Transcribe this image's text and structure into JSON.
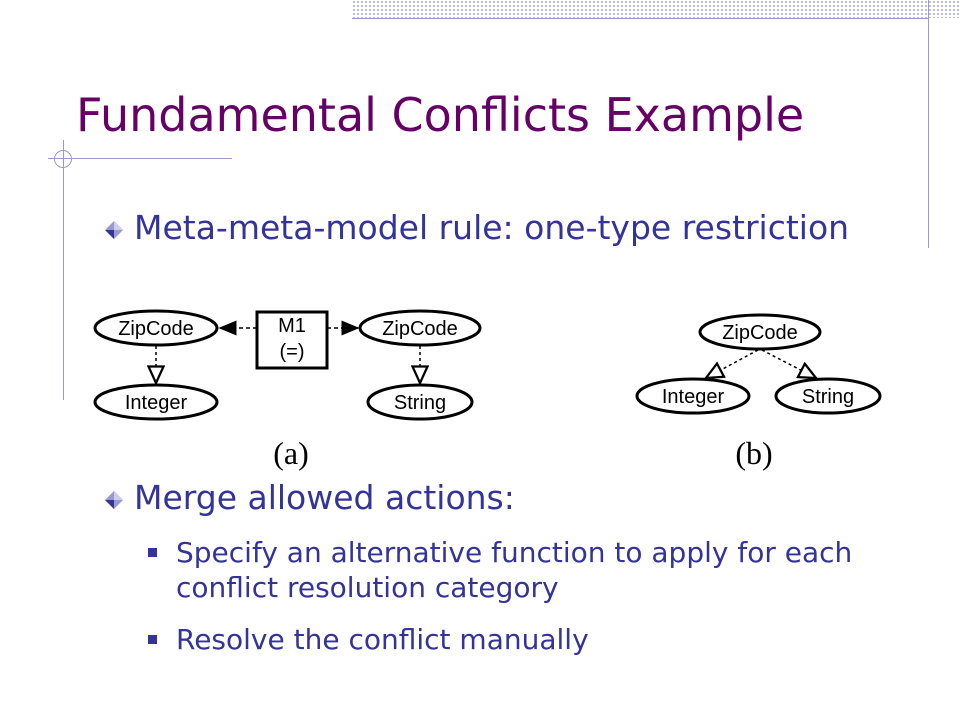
{
  "slide": {
    "title": "Fundamental Conflicts Example",
    "bullets": [
      {
        "text": "Meta-meta-model rule: one-type restriction"
      },
      {
        "text": "Merge allowed actions:"
      }
    ],
    "sub_bullets": [
      {
        "text": "Specify an alternative function to apply for each conflict resolution category"
      },
      {
        "text": "Resolve the conflict manually"
      }
    ]
  },
  "diagram": {
    "a": {
      "left_node": "ZipCode",
      "left_type": "Integer",
      "mapping_line1": "M1",
      "mapping_line2": "(=)",
      "right_node": "ZipCode",
      "right_type": "String",
      "caption": "(a)"
    },
    "b": {
      "node": "ZipCode",
      "type_left": "Integer",
      "type_right": "String",
      "caption": "(b)"
    }
  },
  "colors": {
    "title": "#660066",
    "text": "#333399",
    "accent": "#9999cc"
  }
}
